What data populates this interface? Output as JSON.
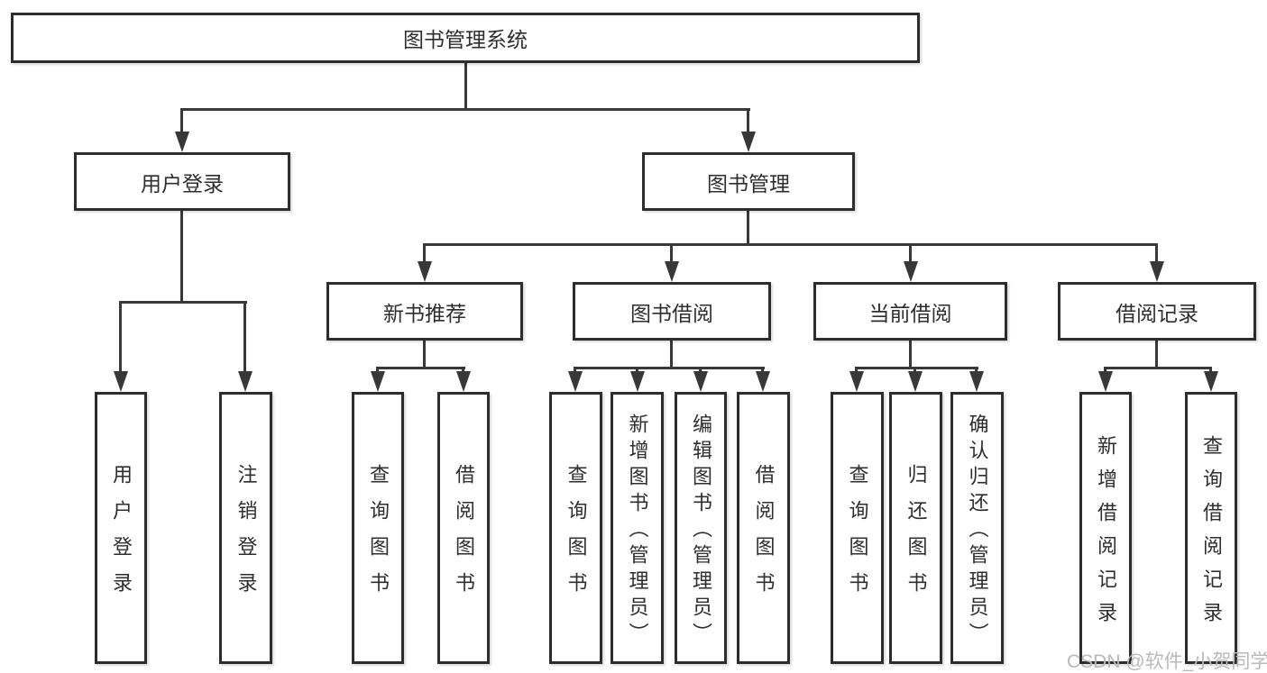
{
  "tree": {
    "root": {
      "label": "图书管理系统",
      "children": [
        {
          "label": "用户登录",
          "children": [
            {
              "label": "用户登录"
            },
            {
              "label": "注销登录"
            }
          ]
        },
        {
          "label": "图书管理",
          "children": [
            {
              "label": "新书推荐",
              "children": [
                {
                  "label": "查询图书"
                },
                {
                  "label": "借阅图书"
                }
              ]
            },
            {
              "label": "图书借阅",
              "children": [
                {
                  "label": "查询图书"
                },
                {
                  "label": "新增图书（管理员）"
                },
                {
                  "label": "编辑图书（管理员）"
                },
                {
                  "label": "借阅图书"
                }
              ]
            },
            {
              "label": "当前借阅",
              "children": [
                {
                  "label": "查询图书"
                },
                {
                  "label": "归还图书"
                },
                {
                  "label": "确认归还（管理员）"
                }
              ]
            },
            {
              "label": "借阅记录",
              "children": [
                {
                  "label": "新增借阅记录"
                },
                {
                  "label": "查询借阅记录"
                }
              ]
            }
          ]
        }
      ]
    }
  },
  "watermark": {
    "text": "CSDN @软件_小贺同学"
  },
  "colors": {
    "line": "#383838",
    "box_border": "#2d2d2d",
    "text": "#2e2e2e",
    "background": "#ffffff",
    "watermark": "#b9b9b9"
  }
}
